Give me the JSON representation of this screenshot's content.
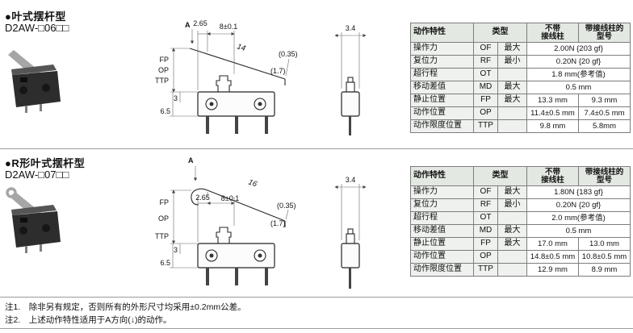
{
  "notes": {
    "n1": "注1.　除非另有规定，否则所有的外形尺寸均采用±0.2mm公差。",
    "n2": "注2.　上述动作特性适用于A方向(↓)的动作。"
  },
  "s1": {
    "title": "●叶式摆杆型",
    "model": "D2AW-□06□□",
    "dims": {
      "a": "A",
      "d265": "2.65",
      "d8": "8±0.1",
      "len": "14",
      "d035": "(0.35)",
      "d17": "(1.7)",
      "fp": "FP",
      "op": "OP",
      "ttp": "TTP",
      "d3": "3",
      "d65": "6.5",
      "d34": "3.4"
    },
    "table": {
      "h1": "动作特性",
      "h2": "类型",
      "h3": "不带\n接线柱",
      "h4": "带接线柱的\n型号",
      "r1n": "操作力",
      "r1c": "OF",
      "r1q": "最大",
      "r1v": "2.00N {203 gf}",
      "r2n": "复位力",
      "r2c": "RF",
      "r2q": "最小",
      "r2v": "0.20N {20 gf}",
      "r3n": "超行程",
      "r3c": "OT",
      "r3q": "",
      "r3v": "1.8 mm(参考值)",
      "r4n": "移动差值",
      "r4c": "MD",
      "r4q": "最大",
      "r4v": "0.5 mm",
      "r5n": "静止位置",
      "r5c": "FP",
      "r5q": "最大",
      "r5v1": "13.3 mm",
      "r5v2": "9.3 mm",
      "r6n": "动作位置",
      "r6c": "OP",
      "r6q": "",
      "r6v1": "11.4±0.5 mm",
      "r6v2": "7.4±0.5 mm",
      "r7n": "动作限度位置",
      "r7c": "TTP",
      "r7q": "",
      "r7v1": "9.8 mm",
      "r7v2": "5.8mm"
    }
  },
  "s2": {
    "title": "●R形叶式摆杆型",
    "model": "D2AW-□07□□",
    "dims": {
      "a": "A",
      "d265": "2.65",
      "d8": "8±0.1",
      "len": "16",
      "d035": "(0.35)",
      "d17": "(1.7)",
      "fp": "FP",
      "op": "OP",
      "ttp": "TTP",
      "d3": "3",
      "d65": "6.5",
      "d34": "3.4"
    },
    "table": {
      "h1": "动作特性",
      "h2": "类型",
      "h3": "不带\n接线柱",
      "h4": "带接线柱的\n型号",
      "r1n": "操作力",
      "r1c": "OF",
      "r1q": "最大",
      "r1v": "1.80N {183 gf}",
      "r2n": "复位力",
      "r2c": "RF",
      "r2q": "最小",
      "r2v": "0.20N {20 gf}",
      "r3n": "超行程",
      "r3c": "OT",
      "r3q": "",
      "r3v": "2.0 mm(参考值)",
      "r4n": "移动差值",
      "r4c": "MD",
      "r4q": "最大",
      "r4v": "0.5 mm",
      "r5n": "静止位置",
      "r5c": "FP",
      "r5q": "最大",
      "r5v1": "17.0 mm",
      "r5v2": "13.0 mm",
      "r6n": "动作位置",
      "r6c": "OP",
      "r6q": "",
      "r6v1": "14.8±0.5 mm",
      "r6v2": "10.8±0.5 mm",
      "r7n": "动作限度位置",
      "r7c": "TTP",
      "r7q": "",
      "r7v1": "12.9 mm",
      "r7v2": "8.9 mm"
    }
  }
}
